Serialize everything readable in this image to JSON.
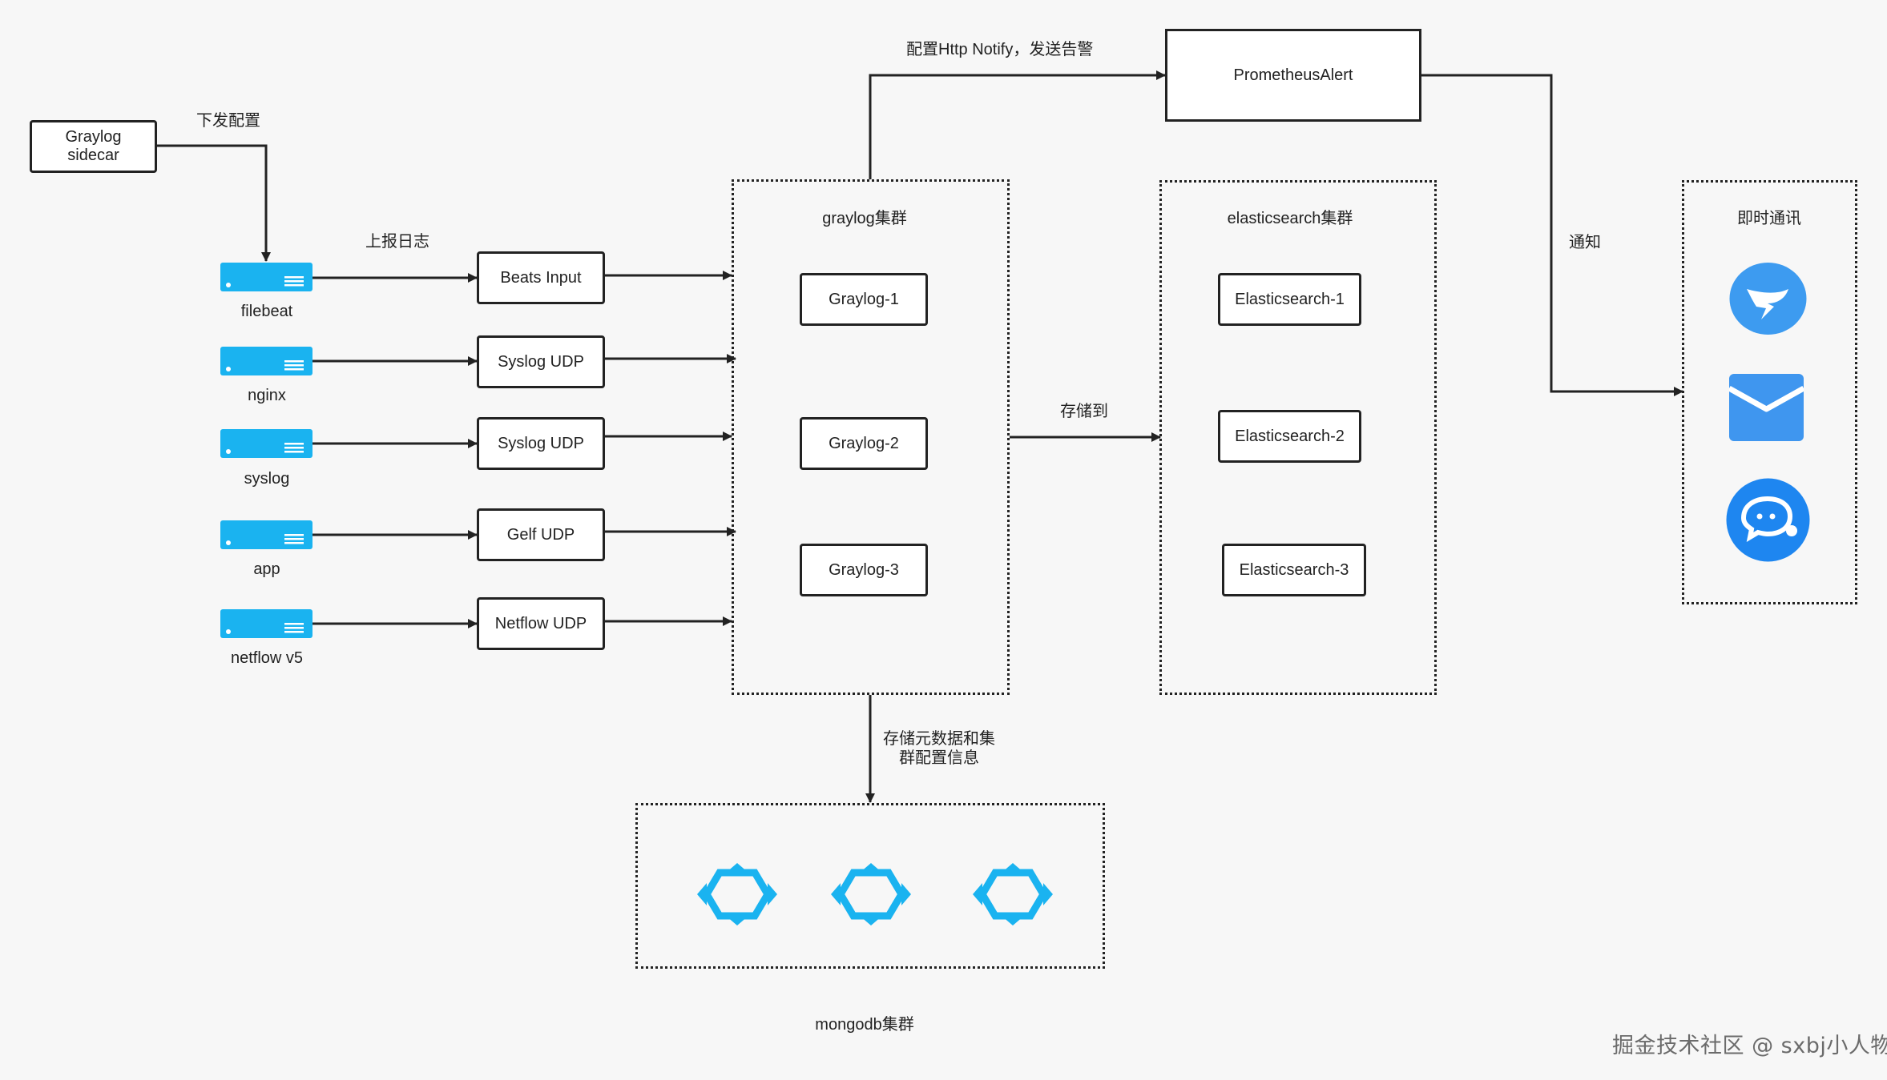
{
  "sidecar": {
    "line1": "Graylog",
    "line2": "sidecar"
  },
  "edge_labels": {
    "push_config": "下发配置",
    "report_logs": "上报日志",
    "http_notify": "配置Http Notify，发送告警",
    "store_to": "存储到",
    "notify": "通知",
    "metadata_line1": "存储元数据和集",
    "metadata_line2": "群配置信息"
  },
  "sources": [
    {
      "label": "filebeat",
      "icon": "server-icon"
    },
    {
      "label": "nginx",
      "icon": "server-icon"
    },
    {
      "label": "syslog",
      "icon": "server-icon"
    },
    {
      "label": "app",
      "icon": "server-icon"
    },
    {
      "label": "netflow v5",
      "icon": "server-icon"
    }
  ],
  "inputs": [
    "Beats Input",
    "Syslog UDP",
    "Syslog UDP",
    "Gelf UDP",
    "Netflow UDP"
  ],
  "graylog_cluster": {
    "title": "graylog集群",
    "nodes": [
      "Graylog-1",
      "Graylog-2",
      "Graylog-3"
    ]
  },
  "es_cluster": {
    "title": "elasticsearch集群",
    "nodes": [
      "Elasticsearch-1",
      "Elasticsearch-2",
      "Elasticsearch-3"
    ]
  },
  "prometheus_alert": {
    "label": "PrometheusAlert"
  },
  "im_cluster": {
    "title": "即时通讯",
    "icons": [
      "dingtalk-icon",
      "email-icon",
      "wecom-icon"
    ]
  },
  "mongo_cluster": {
    "title": "mongodb集群",
    "icons": [
      "mongodb-node-icon",
      "mongodb-node-icon",
      "mongodb-node-icon"
    ]
  },
  "watermark": "掘金技术社区 @ sxbj小人物",
  "colors": {
    "accent": "#1ab3f0",
    "line": "#222222",
    "dingtalk": "#3d9bf0",
    "email": "#3f96ef",
    "wecom": "#1e86f0"
  }
}
